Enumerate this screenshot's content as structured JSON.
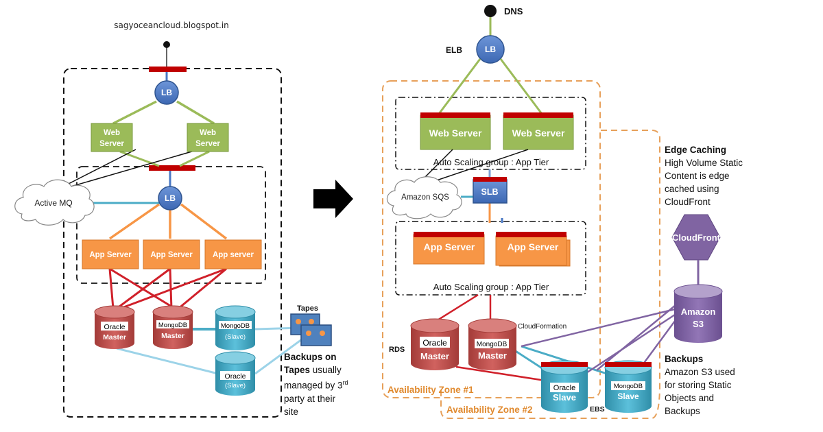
{
  "source": "sagyoceancloud.blogspot.in",
  "colors": {
    "lb_blue": "#4a78c4",
    "web_green": "#9bbb59",
    "app_orange": "#f79646",
    "db_red": "#c0504d",
    "db_teal": "#4bacc6",
    "backup_blue": "#4f81bd",
    "cloudfront_purple": "#8064a2",
    "zone_orange": "#e7a05a",
    "bar_red": "#c00000"
  },
  "left": {
    "lb_top": "LB",
    "web1": [
      "Web",
      "Server"
    ],
    "web2": [
      "Web",
      "Server"
    ],
    "lb_mid": "LB",
    "mq": "Active MQ",
    "app1": "App Server",
    "app2": "App Server",
    "app3": "App server",
    "oracle": [
      "Oracle",
      "Master"
    ],
    "mongo_master": [
      "MongoDB",
      "Master"
    ],
    "mongo_slave": [
      "MongoDB",
      "(Slave)"
    ],
    "oracle_slave": [
      "Oracle",
      "(Slave)"
    ],
    "tapes": "Tapes",
    "backup_note": {
      "line1_bold": "Backups on",
      "line2_bold": "Tapes",
      "line2_rest": " usually",
      "line3": "managed by 3",
      "line3_sup": "rd",
      "line4": "party at their",
      "line5": "site"
    }
  },
  "right": {
    "dns": "DNS",
    "elb": "ELB",
    "lb": "LB",
    "web1": "Web Server",
    "web2": "Web Server",
    "asg_web": "Auto Scaling group : App Tier",
    "sqs": "Amazon SQS",
    "slb": "SLB",
    "app1": "App Server",
    "app2": "App Server",
    "asg_app": "Auto Scaling group : App Tier",
    "rds": "RDS",
    "oracle_master": [
      "Oracle",
      "Master"
    ],
    "mongo_master": [
      "MongoDB",
      "Master"
    ],
    "cloudformation": "CloudFormation",
    "oracle_slave": [
      "Oracle",
      "Slave"
    ],
    "mongo_slave": [
      "MongoDB",
      "Slave"
    ],
    "ebs": "EBS",
    "zone1": "Availability Zone #1",
    "zone2": "Availability Zone #2",
    "cloudfront": "CloudFront",
    "s3": [
      "Amazon",
      "S3"
    ],
    "edge_title": "Edge Caching",
    "edge_lines": [
      "High Volume Static",
      "Content is edge",
      "cached using",
      "CloudFront"
    ],
    "backups_title": "Backups",
    "backups_lines": [
      "Amazon S3 used",
      "for storing  Static",
      "Objects and",
      "Backups"
    ]
  }
}
